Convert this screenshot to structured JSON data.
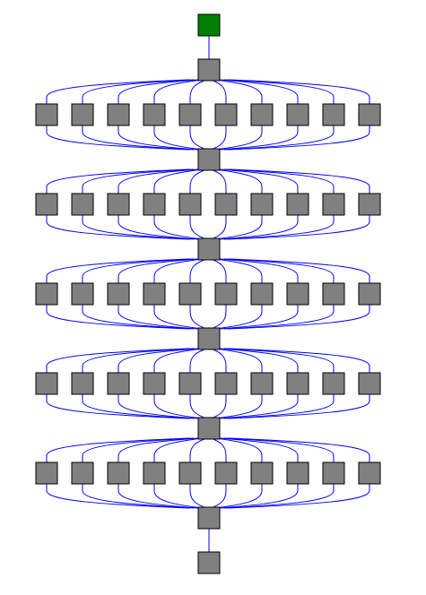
{
  "diagram": {
    "type": "layered-graph",
    "colors": {
      "background": "#ffffff",
      "root_node_fill": "#008000",
      "node_fill": "#808080",
      "node_stroke": "#000000",
      "edge_stroke": "#0000ff"
    },
    "structure": {
      "root_node": "root",
      "hub_count": 6,
      "layer_count": 5,
      "nodes_per_layer": 10,
      "leaf_node": "leaf"
    }
  }
}
